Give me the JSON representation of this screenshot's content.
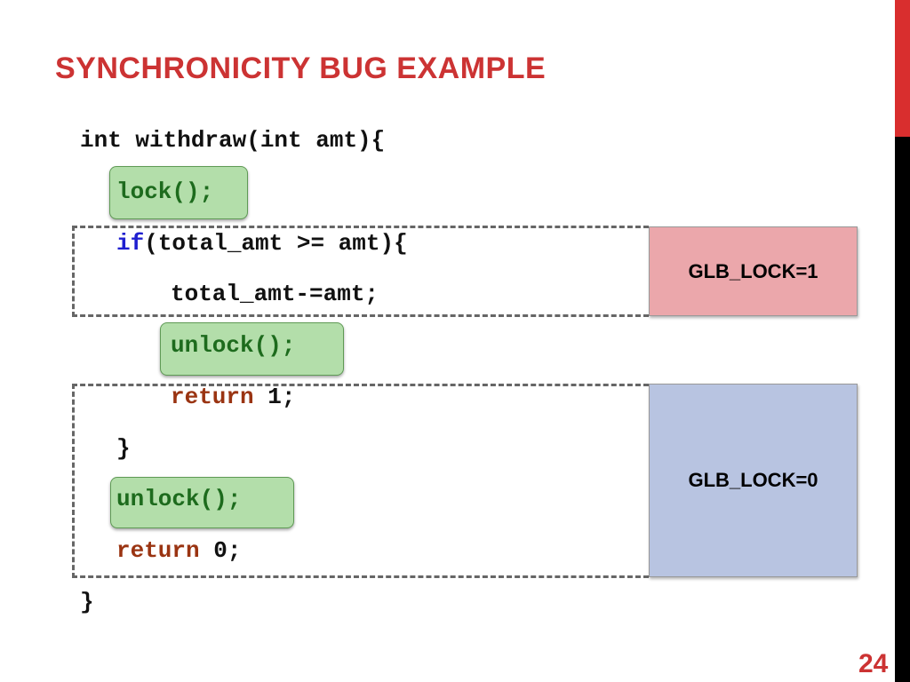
{
  "slide": {
    "title": "SYNCHRONICITY BUG EXAMPLE",
    "page_number": "24",
    "colors": {
      "title": "#cc3333",
      "accent_bar_top": "#d92e2e",
      "accent_bar_bottom": "#000000",
      "lock_on_box": "#eba7ab",
      "lock_off_box": "#b8c4e1",
      "highlight": "#b3deaa"
    }
  },
  "code": {
    "line1": "int withdraw(int amt){",
    "line2": "lock();",
    "line3_kw": "if",
    "line3_rest": "(total_amt >= amt){",
    "line4": "total_amt-=amt;",
    "line5": "unlock();",
    "line6_kw": "return",
    "line6_rest": " 1;",
    "line7": "}",
    "line8": "unlock();",
    "line9_kw": "return",
    "line9_rest": " 0;",
    "line10": "}"
  },
  "annotations": {
    "lock_on": "GLB_LOCK=1",
    "lock_off": "GLB_LOCK=0"
  }
}
